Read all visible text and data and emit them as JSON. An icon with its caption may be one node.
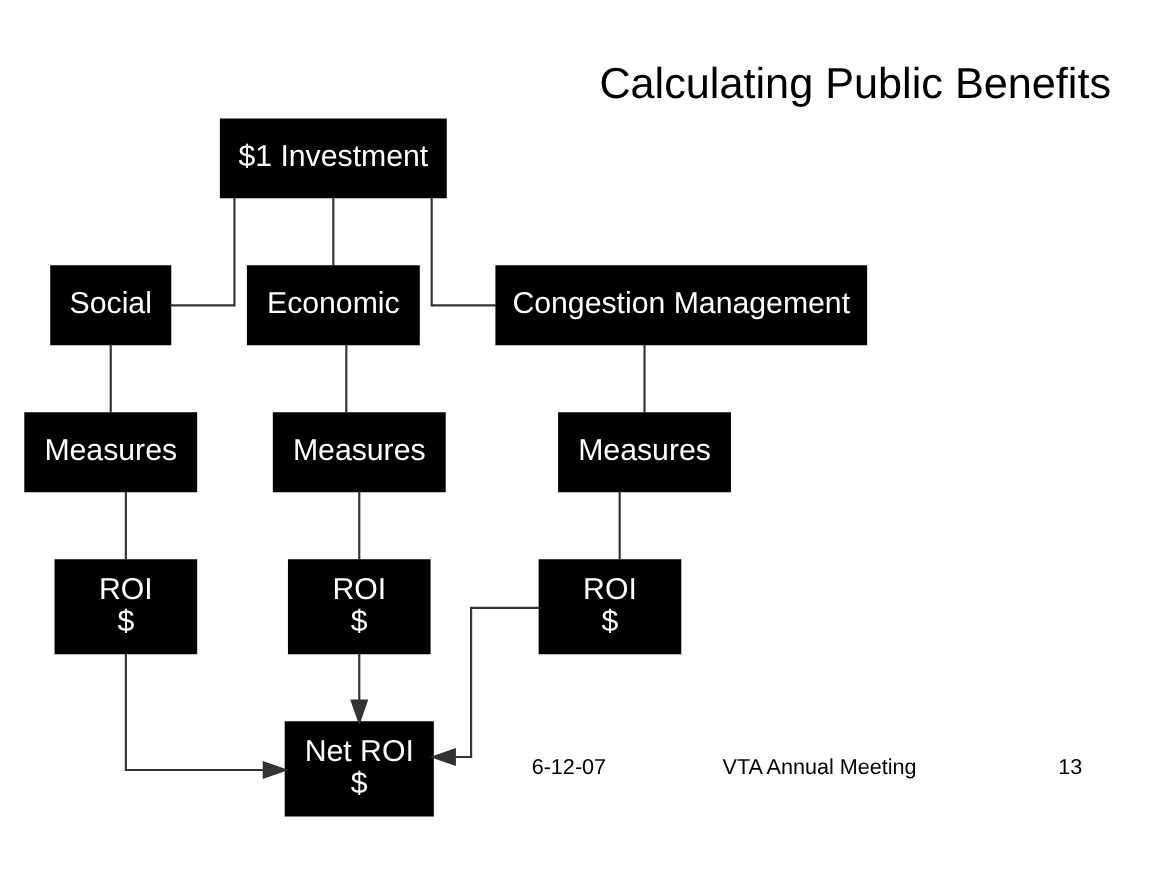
{
  "diagram": {
    "title": "Calculating Public Benefits",
    "nodes": [
      {
        "text": [
          "$1 Investment"
        ]
      },
      {
        "text": [
          "Social"
        ]
      },
      {
        "text": [
          "Economic"
        ]
      },
      {
        "text": [
          "Congestion Management"
        ]
      },
      {
        "text": [
          "Measures"
        ]
      },
      {
        "text": [
          "Measures"
        ]
      },
      {
        "text": [
          "Measures"
        ]
      },
      {
        "text": [
          "ROI",
          "$"
        ]
      },
      {
        "text": [
          "ROI",
          "$"
        ]
      },
      {
        "text": [
          "ROI",
          "$"
        ]
      },
      {
        "text": [
          "Net ROI",
          "$"
        ]
      }
    ],
    "edges": [
      {
        "from": 0,
        "to": 1,
        "arrow": "none"
      },
      {
        "from": 0,
        "to": 2,
        "arrow": "none"
      },
      {
        "from": 0,
        "to": 3,
        "arrow": "none"
      },
      {
        "from": 1,
        "to": 4,
        "arrow": "none"
      },
      {
        "from": 2,
        "to": 5,
        "arrow": "none"
      },
      {
        "from": 3,
        "to": 6,
        "arrow": "none"
      },
      {
        "from": 4,
        "to": 7,
        "arrow": "none"
      },
      {
        "from": 5,
        "to": 8,
        "arrow": "none"
      },
      {
        "from": 6,
        "to": 9,
        "arrow": "none"
      },
      {
        "from": 7,
        "to": 10,
        "arrow": "to"
      },
      {
        "from": 8,
        "to": 10,
        "arrow": "to"
      },
      {
        "from": 9,
        "to": 10,
        "arrow": "to"
      }
    ],
    "labels": [
      "6-12-07",
      "VTA Annual Meeting",
      "13"
    ]
  }
}
